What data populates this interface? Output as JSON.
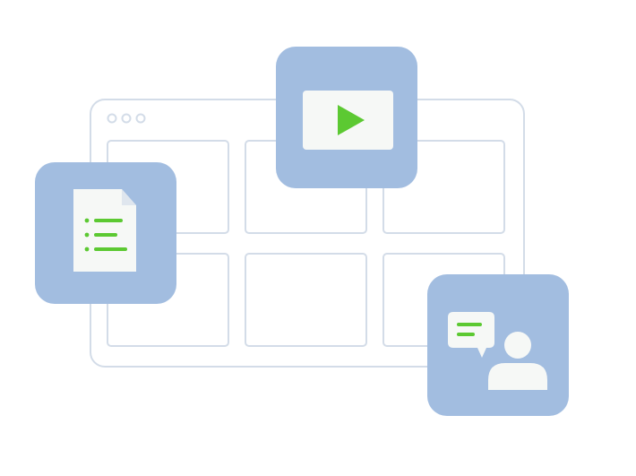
{
  "colors": {
    "background": "#ffffff",
    "wireframe_stroke": "#d3dce8",
    "card_fill": "#a2bde0",
    "panel_fill": "#f6f8f6",
    "accent_green": "#5cc932",
    "speech_bubble_fill": "#f6f8f6",
    "person_fill": "#f6f8f6"
  },
  "icons": {
    "window": "browser-window-wireframe",
    "video_card": "play-icon",
    "document_card": "document-list-icon",
    "support_card": "chat-person-icon"
  },
  "window_grid": {
    "rows": 2,
    "columns": 3
  }
}
